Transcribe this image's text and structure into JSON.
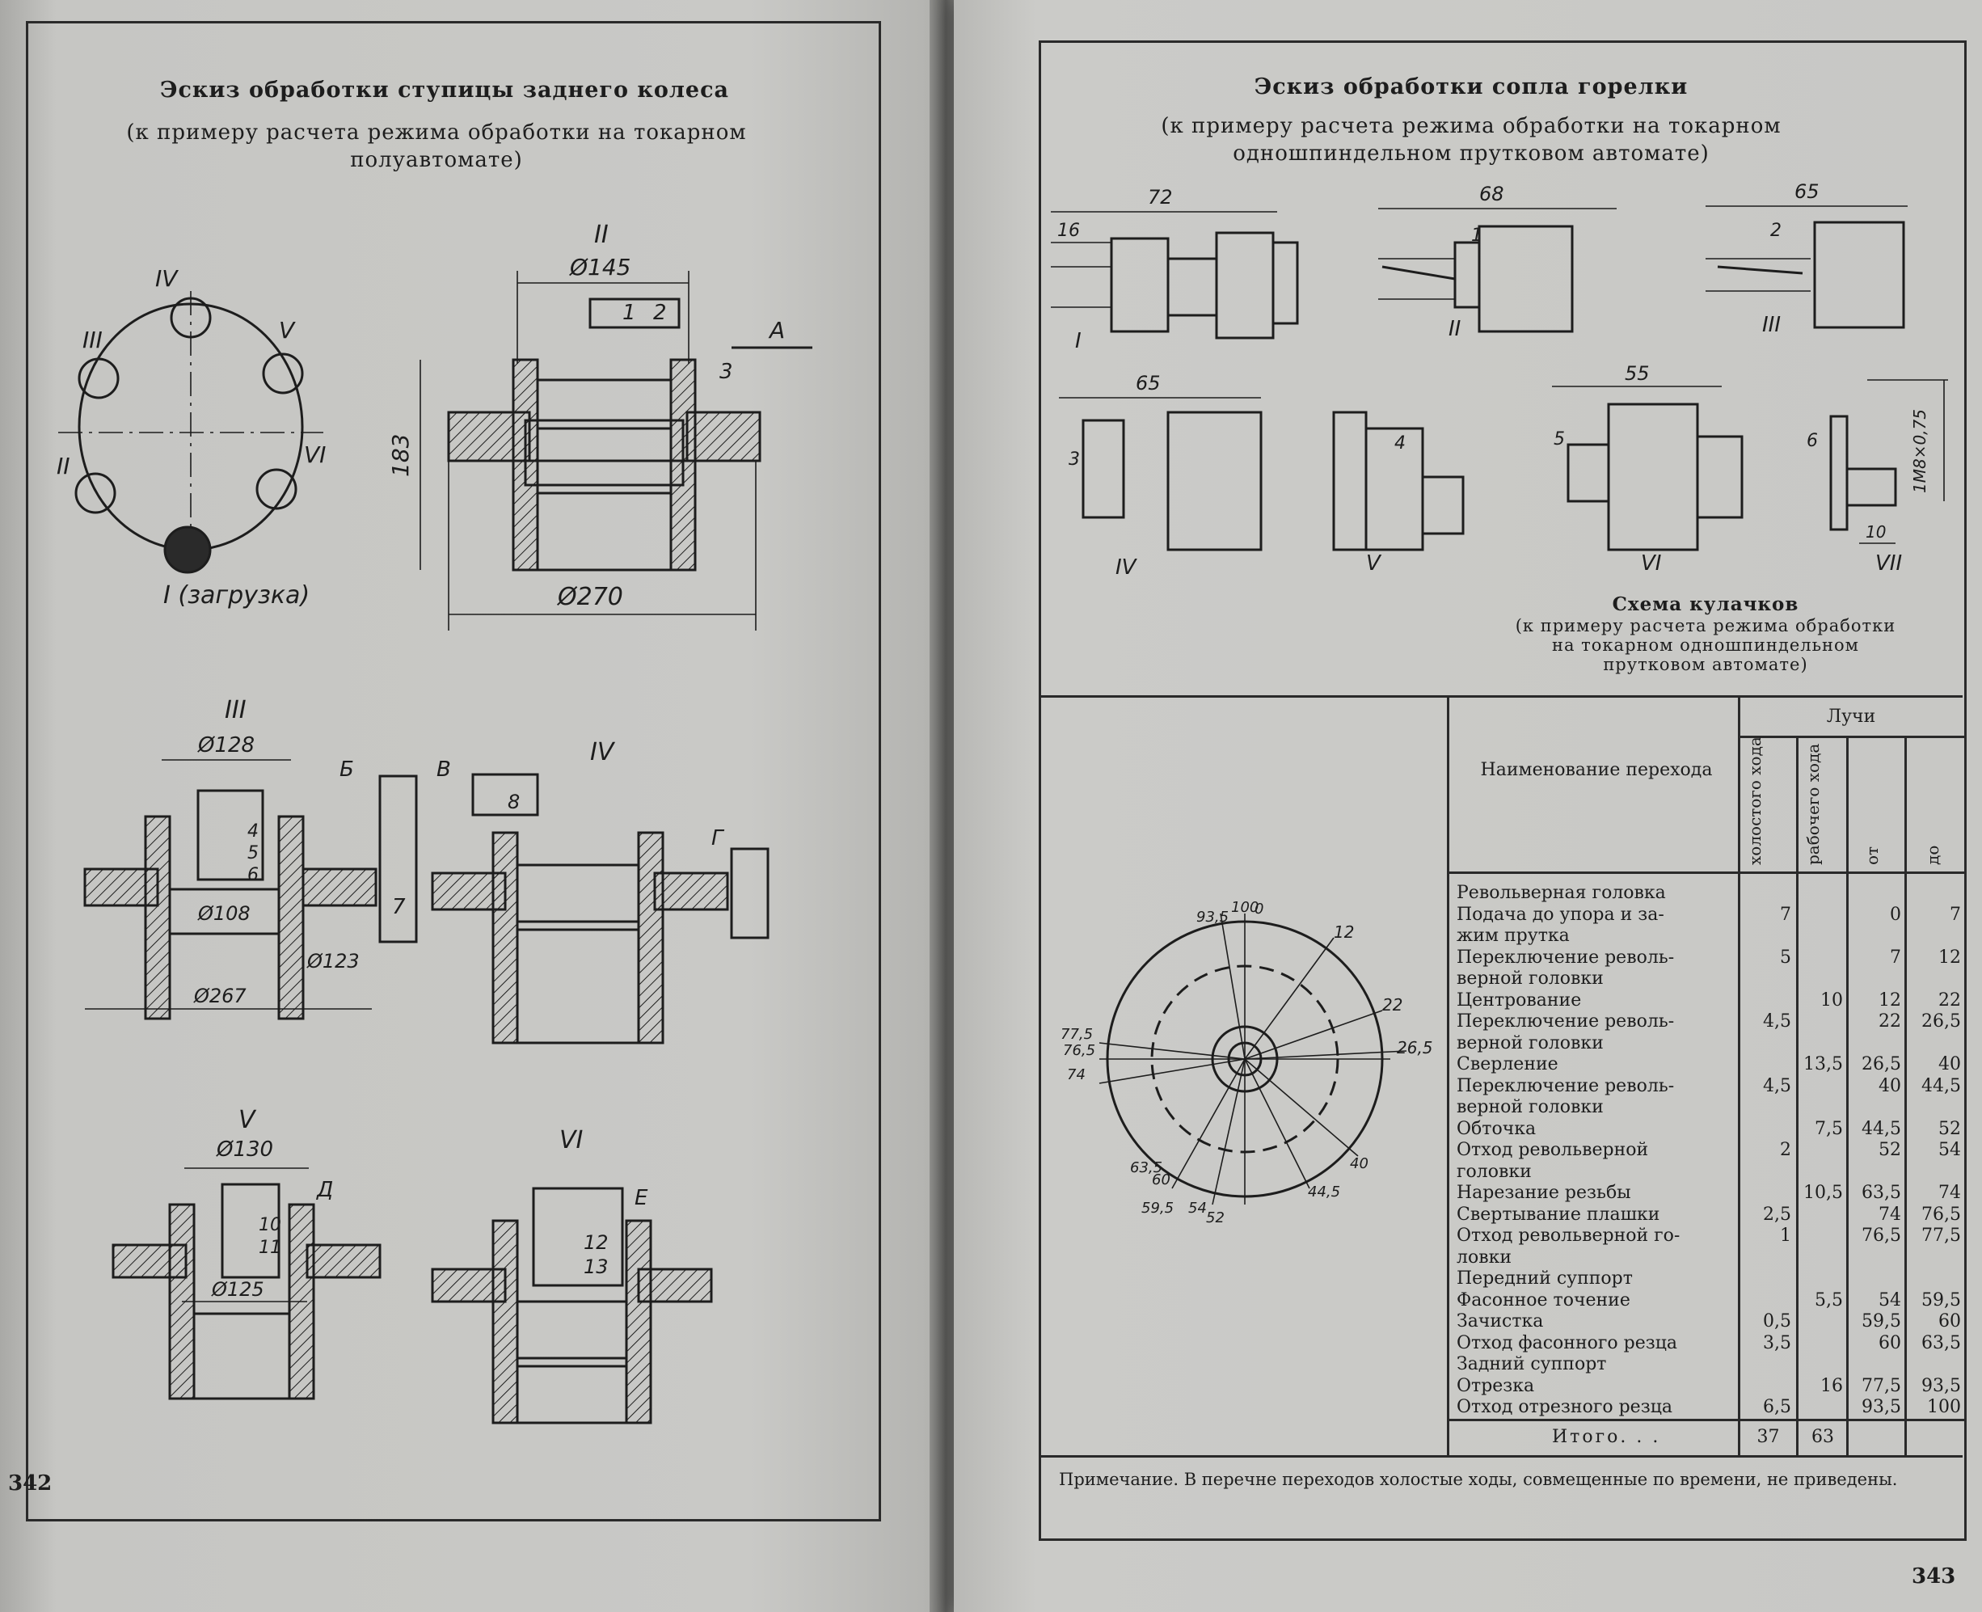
{
  "left_page": {
    "title": "Эскиз обработки ступицы заднего колеса",
    "subtitle_line1": "(к примеру расчета режима обработки на токарном",
    "subtitle_line2": "полуавтомате)",
    "page_number": "342",
    "labels": {
      "pos_I": "I (загрузка)",
      "pos_II": "II",
      "pos_III": "III",
      "pos_IV": "IV",
      "pos_V": "V",
      "pos_VI": "VI",
      "fig2_title": "II",
      "fig2_d145": "Ø145",
      "fig2_183": "183",
      "fig2_d270": "Ø270",
      "fig2_1": "1",
      "fig2_2": "2",
      "fig2_3": "3",
      "fig2_A": "А",
      "fig3_title": "III",
      "fig3_d128": "Ø128",
      "fig3_d108": "Ø108",
      "fig3_d123": "Ø123",
      "fig3_d267": "Ø267",
      "fig3_B": "Б",
      "fig3_4": "4",
      "fig3_5": "5",
      "fig3_6": "6",
      "fig3_7": "7",
      "fig4_title": "IV",
      "fig4_V": "В",
      "fig4_8": "8",
      "fig4_G": "Г",
      "fig5_title": "V",
      "fig5_d130": "Ø130",
      "fig5_D": "Д",
      "fig5_10": "10",
      "fig5_11": "11",
      "fig5_d125": "Ø125",
      "fig6_title": "VI",
      "fig6_E": "Е",
      "fig6_12": "12",
      "fig6_13": "13"
    }
  },
  "right_page": {
    "title": "Эскиз обработки сопла горелки",
    "subtitle_line1": "(к примеру расчета режима обработки на токарном",
    "subtitle_line2": "одношпиндельном прутковом автомате)",
    "page_number": "343",
    "sketch_labels": {
      "s1_72": "72",
      "s1_16": "16",
      "s1_I": "I",
      "s2_68": "68",
      "s2_1": "1",
      "s2_II": "II",
      "s3_65": "65",
      "s3_2": "2",
      "s3_III": "III",
      "s4_65": "65",
      "s4_3": "3",
      "s4_IV": "IV",
      "s5_4": "4",
      "s5_V": "V",
      "s6_55": "55",
      "s6_5": "5",
      "s6_VI": "VI",
      "s7_6": "6",
      "s7_10": "10",
      "s7_thread": "1М8×0,75",
      "s7_VII": "VII"
    },
    "cam_scheme_title": "Схема кулачков",
    "cam_scheme_sub1": "(к примеру расчета режима обработки",
    "cam_scheme_sub2": "на токарном одношпиндельном",
    "cam_scheme_sub3": "прутковом автомате)",
    "cam_labels": [
      "93,5",
      "100",
      "0",
      "12",
      "22",
      "26,5",
      "77,5",
      "76,5",
      "74",
      "63,5",
      "60",
      "59,5",
      "54",
      "52",
      "40",
      "44,5"
    ],
    "table": {
      "header_name": "Наименование перехода",
      "header_rays": "Лучи",
      "col_idle": "холостого хода",
      "col_work": "рабочего хода",
      "col_from": "от",
      "col_to": "до",
      "rows": [
        {
          "name": "Револьверная головка",
          "idle": "",
          "work": "",
          "from": "",
          "to": ""
        },
        {
          "name": "Подача до упора и за-",
          "idle": "7",
          "work": "",
          "from": "0",
          "to": "7"
        },
        {
          "name": "жим прутка",
          "idle": "",
          "work": "",
          "from": "",
          "to": ""
        },
        {
          "name": "Переключение револь-",
          "idle": "5",
          "work": "",
          "from": "7",
          "to": "12"
        },
        {
          "name": "верной головки",
          "idle": "",
          "work": "",
          "from": "",
          "to": ""
        },
        {
          "name": "Центрование",
          "idle": "",
          "work": "10",
          "from": "12",
          "to": "22"
        },
        {
          "name": "Переключение револь-",
          "idle": "4,5",
          "work": "",
          "from": "22",
          "to": "26,5"
        },
        {
          "name": "верной головки",
          "idle": "",
          "work": "",
          "from": "",
          "to": ""
        },
        {
          "name": "Сверление",
          "idle": "",
          "work": "13,5",
          "from": "26,5",
          "to": "40"
        },
        {
          "name": "Переключение револь-",
          "idle": "4,5",
          "work": "",
          "from": "40",
          "to": "44,5"
        },
        {
          "name": "верной головки",
          "idle": "",
          "work": "",
          "from": "",
          "to": ""
        },
        {
          "name": "Обточка",
          "idle": "",
          "work": "7,5",
          "from": "44,5",
          "to": "52"
        },
        {
          "name": "Отход револьверной",
          "idle": "2",
          "work": "",
          "from": "52",
          "to": "54"
        },
        {
          "name": "головки",
          "idle": "",
          "work": "",
          "from": "",
          "to": ""
        },
        {
          "name": "Нарезание резьбы",
          "idle": "",
          "work": "10,5",
          "from": "63,5",
          "to": "74"
        },
        {
          "name": "Свертывание плашки",
          "idle": "2,5",
          "work": "",
          "from": "74",
          "to": "76,5"
        },
        {
          "name": "Отход револьверной го-",
          "idle": "1",
          "work": "",
          "from": "76,5",
          "to": "77,5"
        },
        {
          "name": "ловки",
          "idle": "",
          "work": "",
          "from": "",
          "to": ""
        },
        {
          "name": "Передний суппорт",
          "idle": "",
          "work": "",
          "from": "",
          "to": ""
        },
        {
          "name": "Фасонное точение",
          "idle": "",
          "work": "5,5",
          "from": "54",
          "to": "59,5"
        },
        {
          "name": "Зачистка",
          "idle": "0,5",
          "work": "",
          "from": "59,5",
          "to": "60"
        },
        {
          "name": "Отход фасонного резца",
          "idle": "3,5",
          "work": "",
          "from": "60",
          "to": "63,5"
        },
        {
          "name": "Задний суппорт",
          "idle": "",
          "work": "",
          "from": "",
          "to": ""
        },
        {
          "name": "Отрезка",
          "idle": "",
          "work": "16",
          "from": "77,5",
          "to": "93,5"
        },
        {
          "name": "Отход отрезного резца",
          "idle": "6,5",
          "work": "",
          "from": "93,5",
          "to": "100"
        }
      ],
      "total_label": "Итого. . .",
      "total_idle": "37",
      "total_work": "63"
    },
    "note": "Примечание. В перечне переходов холостые ходы, совмещенные по времени, не приведены."
  }
}
